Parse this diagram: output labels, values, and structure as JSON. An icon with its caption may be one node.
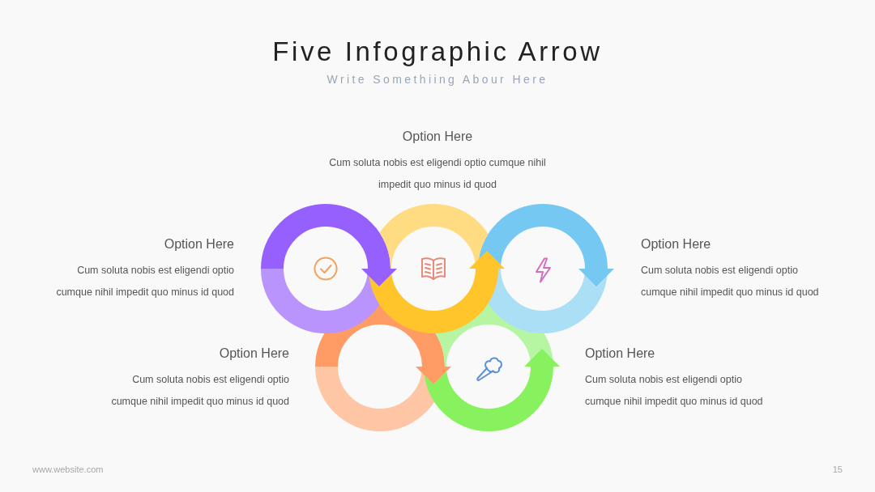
{
  "diagram": {
    "title": "Five Infographic Arrow",
    "nodes": [
      {
        "text": [],
        "shape": "circle",
        "beside": [
          "Option Here",
          "Cum soluta nobis est eligendi optio cumque nihil impedit quo minus id quod"
        ]
      },
      {
        "text": [],
        "shape": "circle",
        "beside": [
          "Option Here",
          "Cum soluta nobis est eligendi optio cumque nihil impedit quo minus id quod"
        ]
      },
      {
        "text": [],
        "shape": "circle",
        "beside": [
          "Option Here",
          "Cum soluta nobis est eligendi optio cumque nihil impedit quo minus id quod"
        ]
      },
      {
        "text": [],
        "shape": "circle",
        "beside": [
          "Option Here",
          "Cum soluta nobis est eligendi optio cumque nihil impedit quo minus id quod"
        ]
      },
      {
        "text": [],
        "shape": "circle",
        "beside": [
          "Option Here",
          "Cum soluta nobis est eligendi optio cumque nihil impedit quo minus id quod"
        ]
      }
    ],
    "labels": [
      "Write Somethiing Abour Here",
      "www.website.com",
      "15"
    ]
  }
}
